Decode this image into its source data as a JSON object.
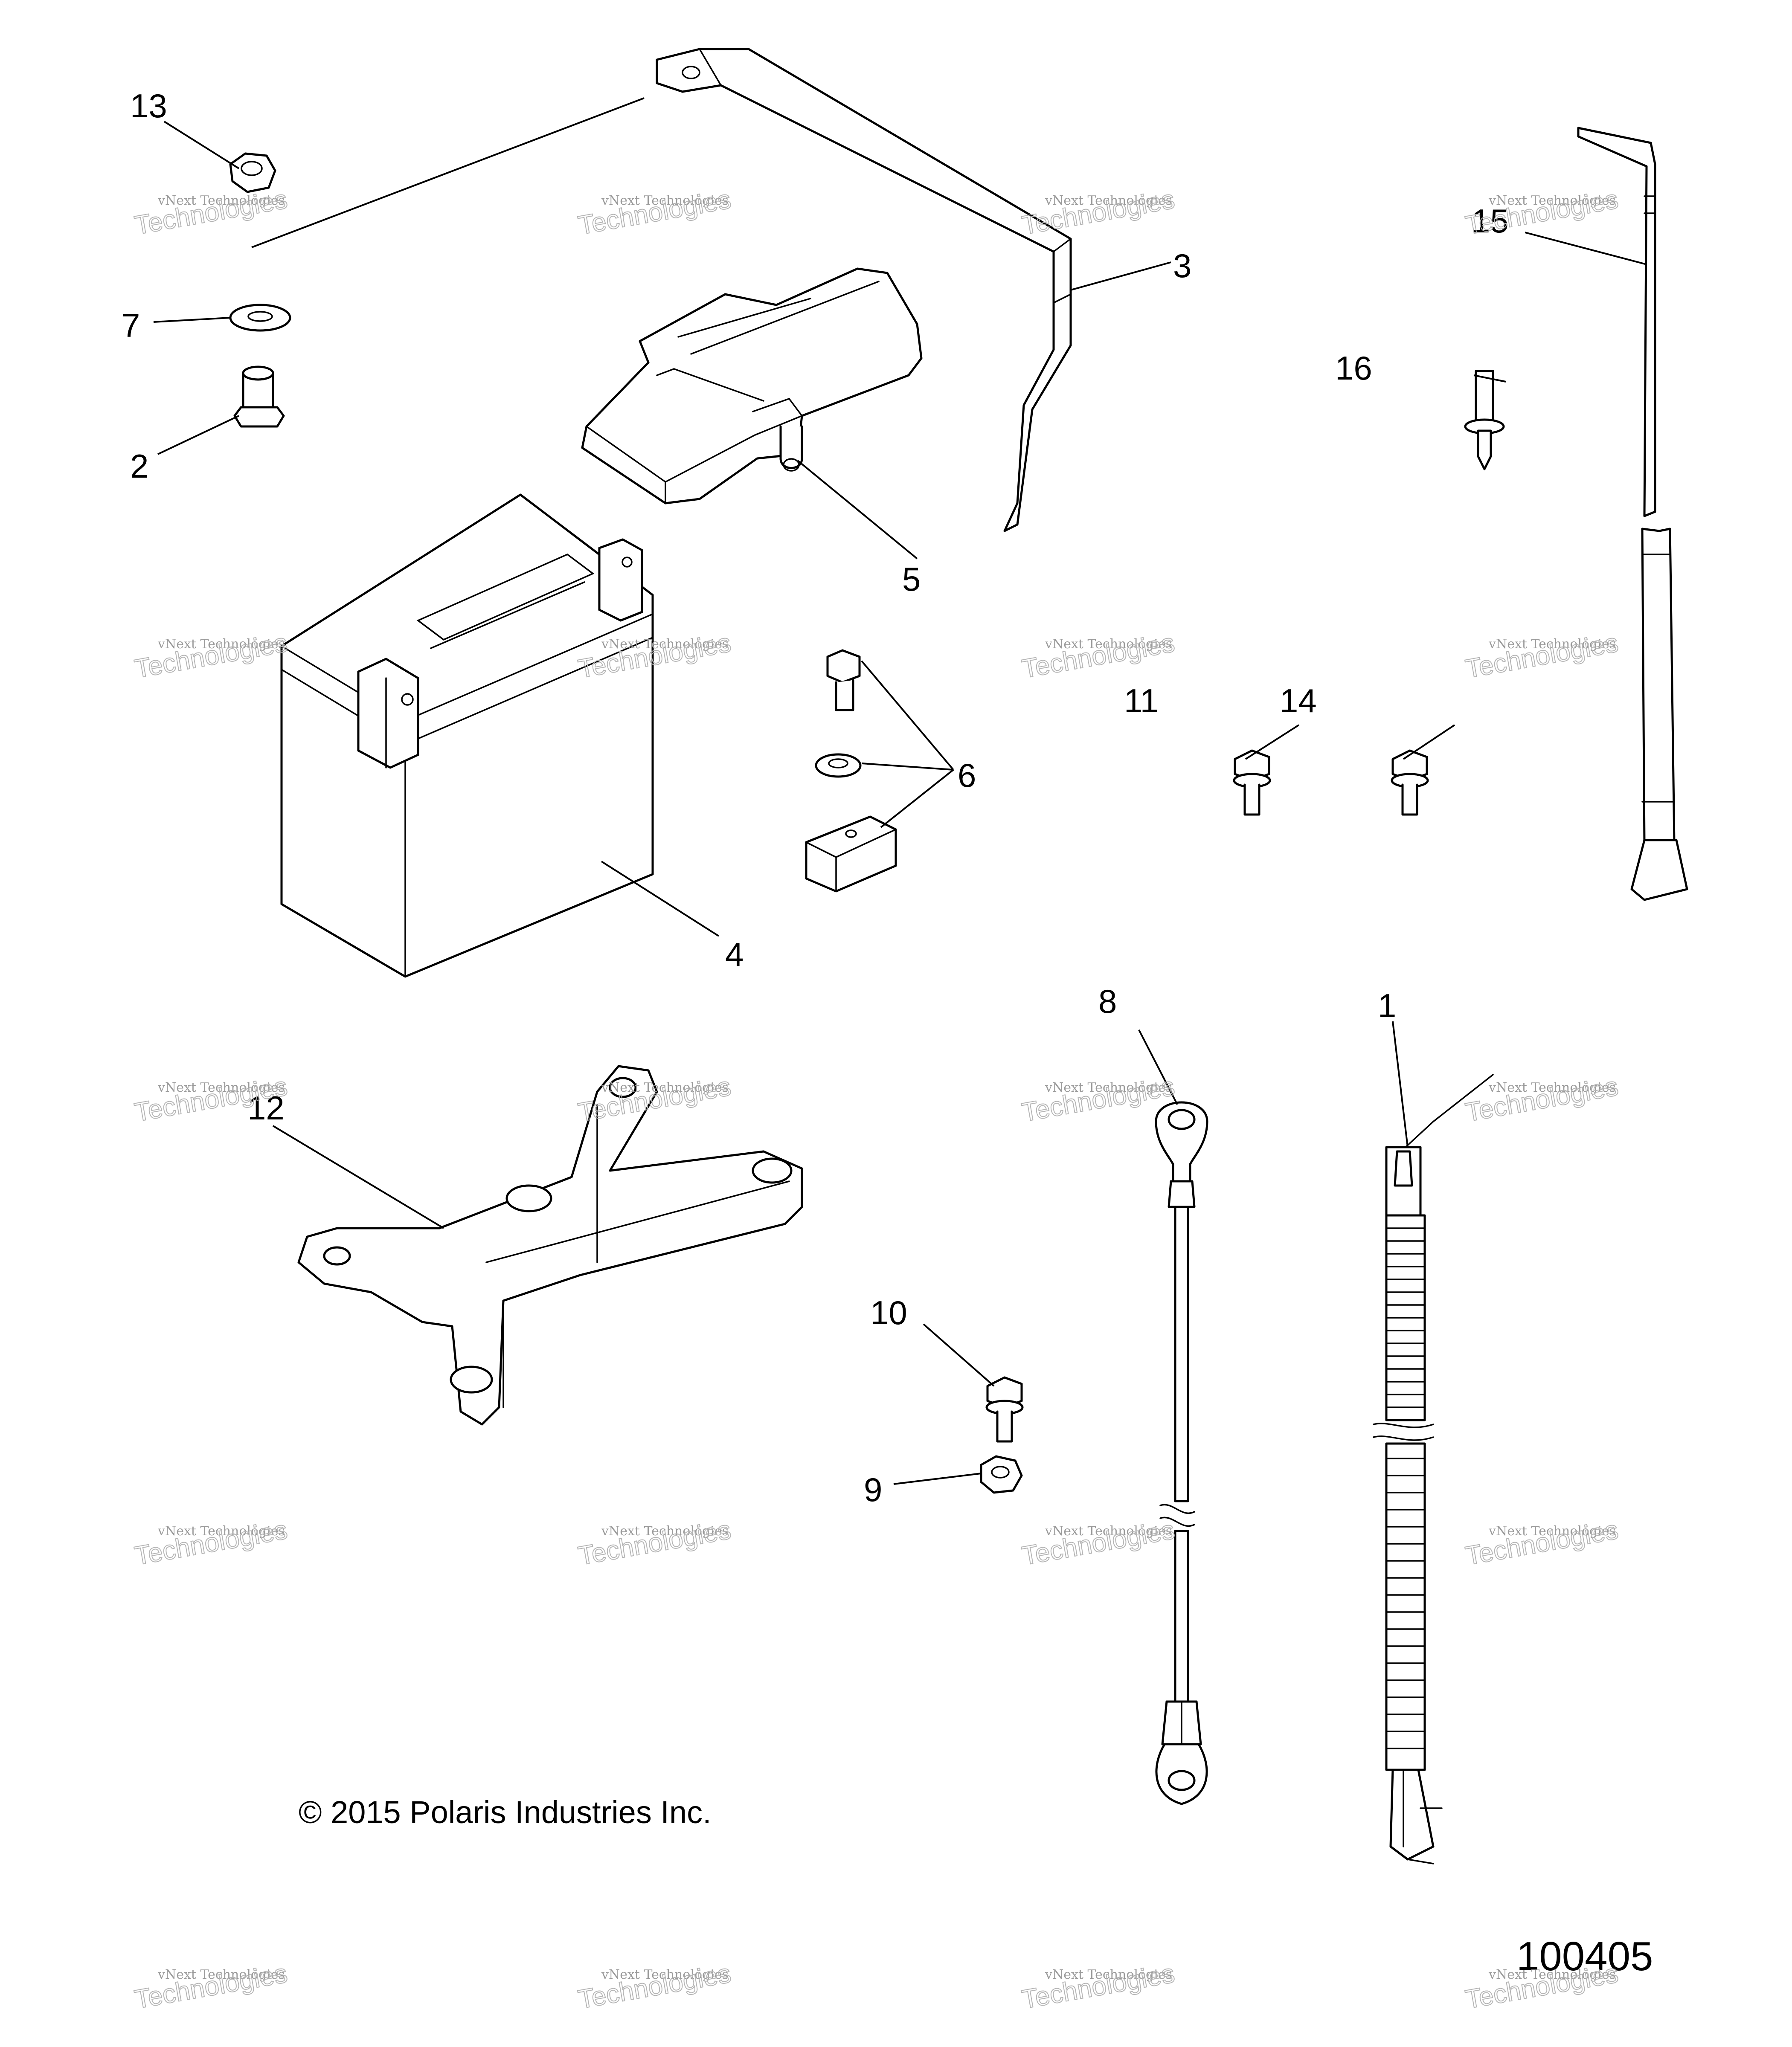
{
  "diagram": {
    "callouts": [
      "1",
      "2",
      "3",
      "4",
      "5",
      "6",
      "7",
      "8",
      "9",
      "10",
      "11",
      "12",
      "13",
      "14",
      "15",
      "16"
    ],
    "copyright": "© 2015 Polaris Industries Inc.",
    "diagram_id": "100405",
    "watermark": {
      "line1": "vNext Technologies",
      "line2": "Technologies",
      "color": "#9a9a9a"
    },
    "line_color": "#000000",
    "background": "#ffffff"
  }
}
